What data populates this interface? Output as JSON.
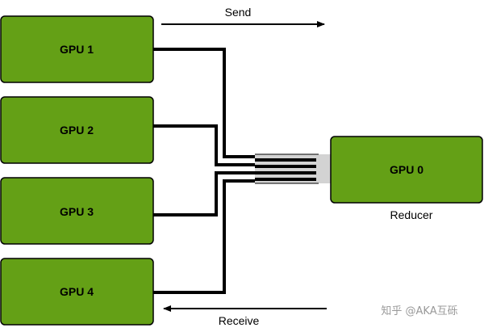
{
  "gpus": [
    {
      "label": "GPU 1"
    },
    {
      "label": "GPU 2"
    },
    {
      "label": "GPU 3"
    },
    {
      "label": "GPU 4"
    }
  ],
  "reducer": {
    "gpu_label": "GPU 0",
    "role_label": "Reducer"
  },
  "arrows": {
    "send_label": "Send",
    "receive_label": "Receive"
  },
  "colors": {
    "box_fill": "#64a016",
    "bus_fill": "#d3d3d3",
    "line": "#000000"
  },
  "watermark": "知乎 @AKA互砾"
}
